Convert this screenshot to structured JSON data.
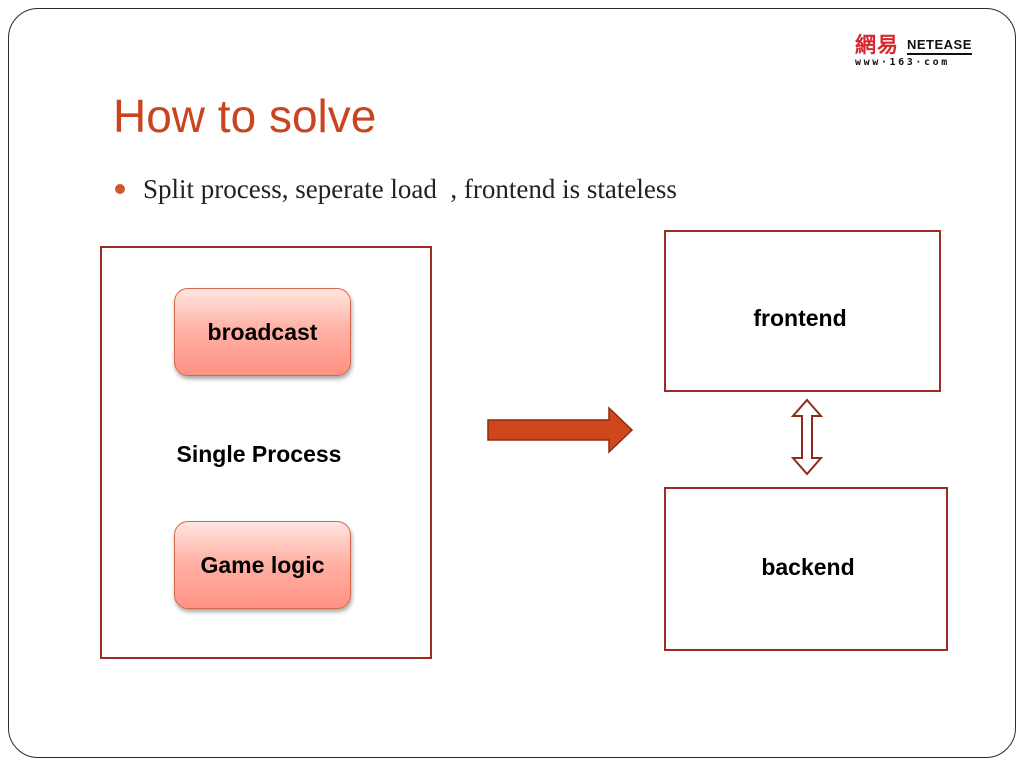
{
  "logo": {
    "chinese": "網易",
    "english": "NetEase",
    "url": "www·163·com"
  },
  "slide": {
    "title": "How to solve",
    "bullet": "Split process, seperate load  , frontend is stateless"
  },
  "diagram": {
    "single_process_label": "Single Process",
    "broadcast_label": "broadcast",
    "game_logic_label": "Game logic",
    "frontend_label": "frontend",
    "backend_label": "backend"
  },
  "colors": {
    "title": "#c9451f",
    "box_border": "#9c2b22",
    "arrow_fill": "#d0471b",
    "arrow_stroke": "#8a2e10",
    "double_arrow_stroke": "#8e2a22",
    "pill_border": "#d8664c",
    "logo_red": "#d7282f"
  },
  "icons": {
    "right_arrow": "arrow-right-icon",
    "double_arrow": "arrow-updown-icon"
  }
}
